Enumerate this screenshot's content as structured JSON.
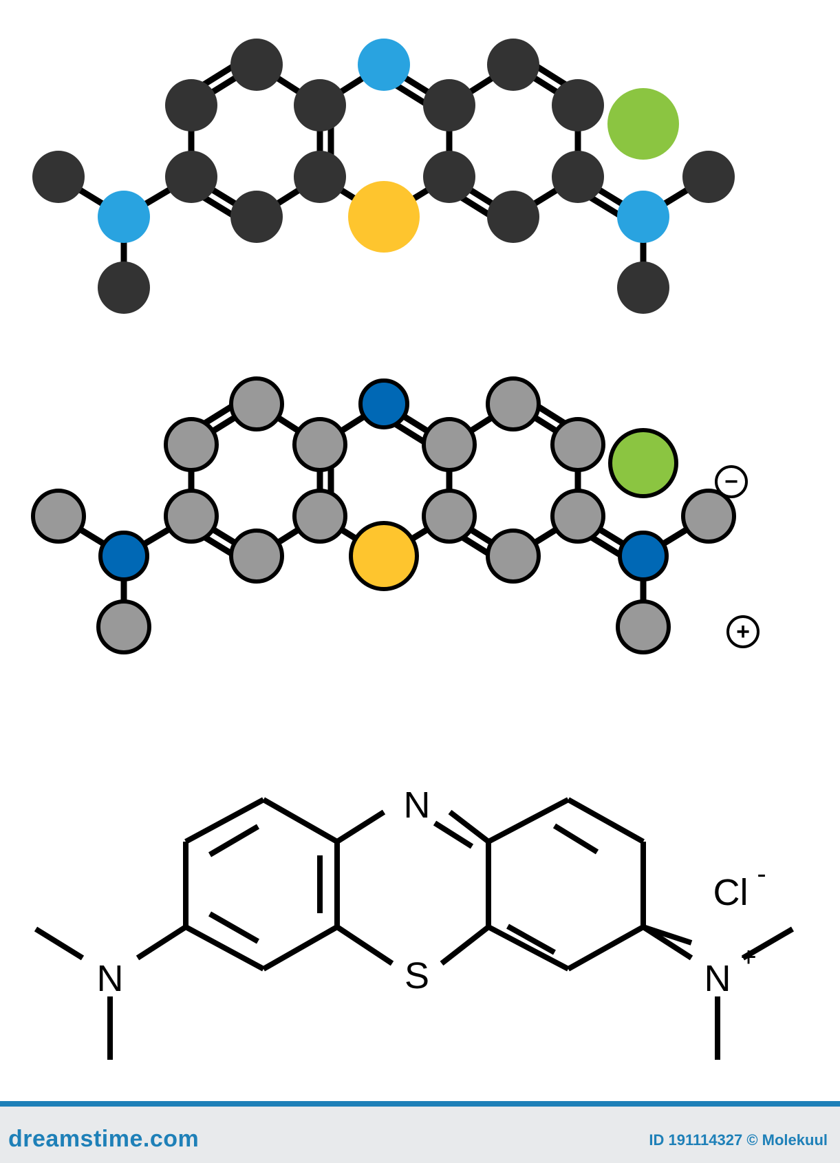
{
  "colors": {
    "ball_carbon": "#333333",
    "ball_nitrogen": "#29a3e0",
    "ball_sulfur": "#fec52e",
    "ball_chlorine": "#8bc541",
    "flat_carbon": "#999999",
    "flat_nitrogen": "#0068b5",
    "flat_sulfur": "#fec52e",
    "flat_chlorine": "#8bc541",
    "bond": "#000000",
    "brand": "#1e80b8"
  },
  "structure": {
    "ring_nitrogen": "N",
    "sulfur": "S",
    "left_amine": "N",
    "right_amine": "N",
    "right_amine_charge": "+",
    "counterion": "Cl",
    "counterion_charge": "-"
  },
  "flat_model": {
    "anion_badge": "−",
    "cation_badge": "+"
  },
  "footer": {
    "brand": "dreamstime.com",
    "credit": "ID 191114327 © Molekuul"
  }
}
